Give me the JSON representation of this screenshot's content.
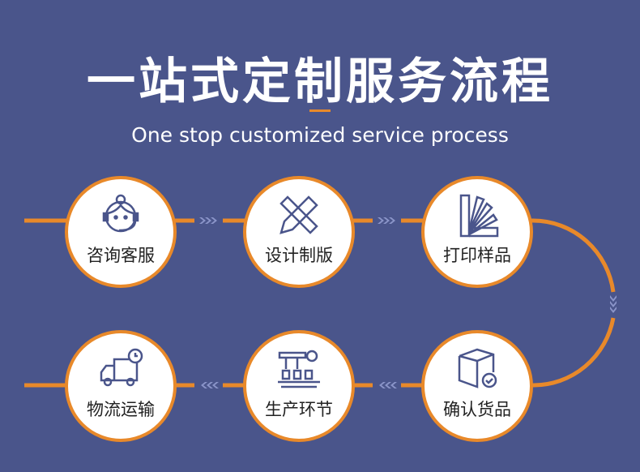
{
  "title": "一站式定制服务流程",
  "subtitle": "One stop customized service process",
  "colors": {
    "background": "#4a558b",
    "accent": "#e8892a",
    "icon": "#4a558b"
  },
  "steps": [
    {
      "label": "咨询客服",
      "icon": "customer-service-icon"
    },
    {
      "label": "设计制版",
      "icon": "design-pencil-ruler-icon"
    },
    {
      "label": "打印样品",
      "icon": "color-swatch-icon"
    },
    {
      "label": "确认货品",
      "icon": "package-check-icon"
    },
    {
      "label": "生产环节",
      "icon": "production-line-icon"
    },
    {
      "label": "物流运输",
      "icon": "delivery-truck-icon"
    }
  ]
}
